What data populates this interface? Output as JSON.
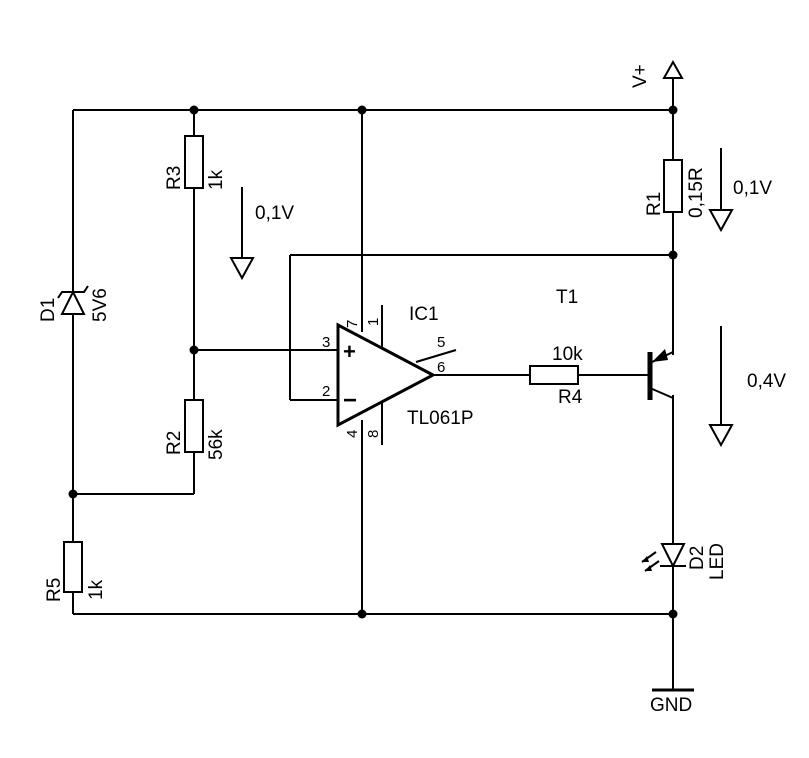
{
  "supply": {
    "vplus": "V+",
    "gnd": "GND"
  },
  "components": {
    "r1": {
      "ref": "R1",
      "value": "0,15R"
    },
    "r2": {
      "ref": "R2",
      "value": "56k"
    },
    "r3": {
      "ref": "R3",
      "value": "1k"
    },
    "r4": {
      "ref": "R4",
      "value": "10k"
    },
    "r5": {
      "ref": "R5",
      "value": "1k"
    },
    "d1": {
      "ref": "D1",
      "value": "5V6"
    },
    "d2": {
      "ref": "D2",
      "value": "LED"
    },
    "t1": {
      "ref": "T1"
    },
    "ic1": {
      "ref": "IC1",
      "part": "TL061P",
      "plus": "+",
      "minus": "−",
      "pins": {
        "p1": "1",
        "p2": "2",
        "p3": "3",
        "p4": "4",
        "p5": "5",
        "p6": "6",
        "p7": "7",
        "p8": "8"
      }
    }
  },
  "voltages": {
    "r3_drop": "0,1V",
    "r1_drop": "0,1V",
    "led_drop": "0,4V"
  }
}
